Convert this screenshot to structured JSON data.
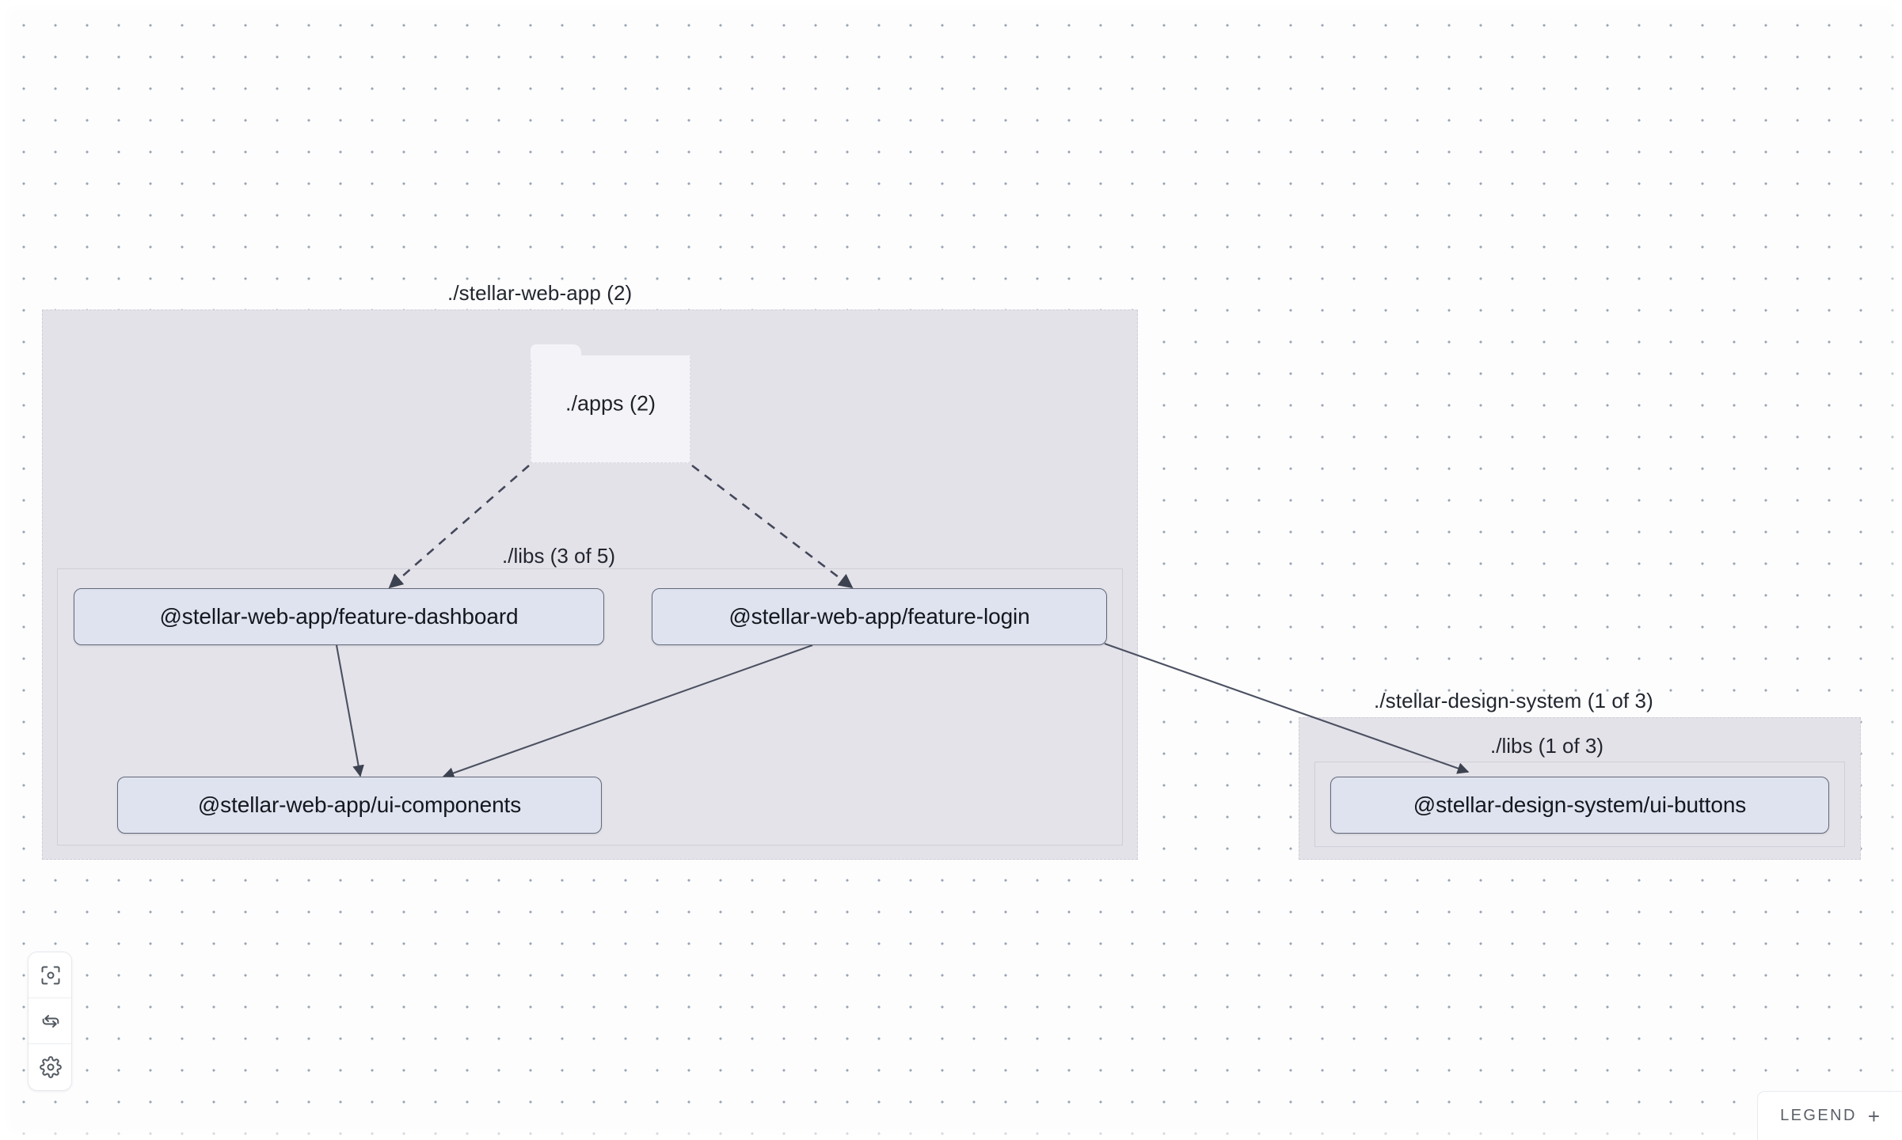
{
  "graph": {
    "projects": [
      {
        "id": "stellar-web-app",
        "label": "./stellar-web-app (2)",
        "folder": {
          "id": "apps",
          "label": "./apps (2)"
        },
        "libs_group_label": "./libs (3 of 5)",
        "nodes": [
          {
            "id": "feature-dashboard",
            "label": "@stellar-web-app/feature-dashboard"
          },
          {
            "id": "feature-login",
            "label": "@stellar-web-app/feature-login"
          },
          {
            "id": "ui-components",
            "label": "@stellar-web-app/ui-components"
          }
        ]
      },
      {
        "id": "stellar-design-system",
        "label": "./stellar-design-system (1 of 3)",
        "libs_group_label": "./libs (1 of 3)",
        "nodes": [
          {
            "id": "ui-buttons",
            "label": "@stellar-design-system/ui-buttons"
          }
        ]
      }
    ],
    "edges": [
      {
        "from": "apps",
        "to": "feature-dashboard",
        "style": "dashed"
      },
      {
        "from": "apps",
        "to": "feature-login",
        "style": "dashed"
      },
      {
        "from": "feature-dashboard",
        "to": "ui-components",
        "style": "solid"
      },
      {
        "from": "feature-login",
        "to": "ui-components",
        "style": "solid"
      },
      {
        "from": "feature-login",
        "to": "ui-buttons",
        "style": "solid"
      }
    ]
  },
  "controls": {
    "focus_label": "focus-graph",
    "refresh_label": "refresh-graph",
    "settings_label": "graph-settings"
  },
  "legend": {
    "label": "LEGEND",
    "toggle": "+"
  },
  "colors": {
    "canvas_background": "#fdfdfe",
    "dot_grid": "#9aa5b4",
    "project_container": "#e4e2e9",
    "folder_node": "#f4f4f8",
    "lib_node_fill": "#dfe3ef",
    "lib_node_border": "#63697a",
    "edge_solid": "#4b5161",
    "edge_dashed": "#4a4f5d",
    "text_primary": "#14171d",
    "control_icon": "#525860"
  }
}
